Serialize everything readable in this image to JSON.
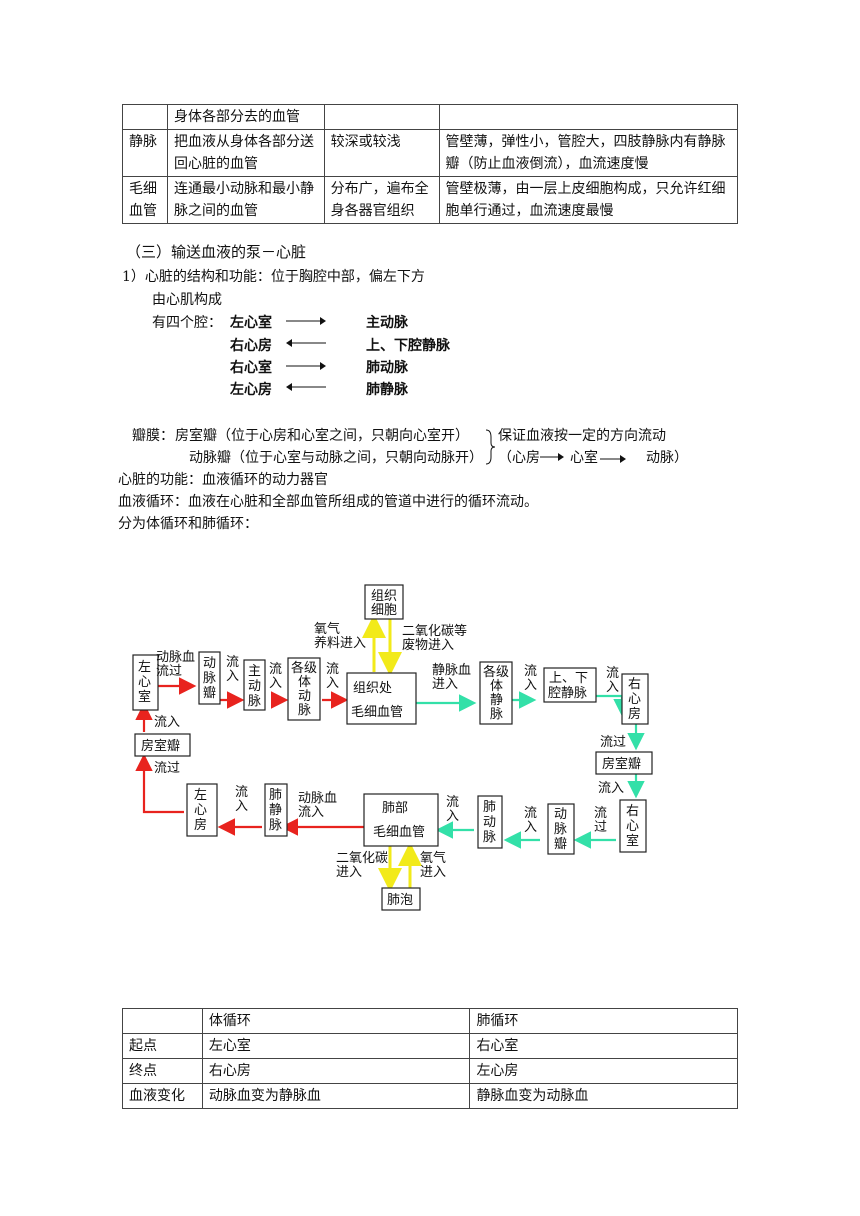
{
  "vessel_table": {
    "rows": [
      {
        "name": "",
        "def": "身体各部分去的血管",
        "loc": "",
        "feature": ""
      },
      {
        "name": "静脉",
        "def": "把血液从身体各部分送回心脏的血管",
        "loc": "较深或较浅",
        "feature": "管壁薄，弹性小，管腔大，四肢静脉内有静脉瓣（防止血液倒流），血流速度慢"
      },
      {
        "name": "毛细血管",
        "def": "连通最小动脉和最小静脉之间的血管",
        "loc": "分布广，遍布全身各器官组织",
        "feature": "管壁极薄，由一层上皮细胞构成，只允许红细胞单行通过，血流速度最慢"
      }
    ]
  },
  "section": {
    "heading": "（三）输送血液的泵－心脏",
    "item1": "1）心脏的结构和功能：位于胸腔中部，偏左下方",
    "muscle": "由心肌构成",
    "chambers_prefix": "有四个腔：",
    "chambers": [
      {
        "chamber": "左心室",
        "vessel": "主动脉",
        "direction": "out"
      },
      {
        "chamber": "右心房",
        "vessel": "上、下腔静脉",
        "direction": "in"
      },
      {
        "chamber": "右心室",
        "vessel": "肺动脉",
        "direction": "out"
      },
      {
        "chamber": "左心房",
        "vessel": "肺静脉",
        "direction": "in"
      }
    ],
    "valve_label": "瓣膜：",
    "valve1": "房室瓣（位于心房和心室之间，只朝向心室开）",
    "valve2": "动脉瓣（位于心室与动脉之间，只朝向动脉开）",
    "valve_purpose": "保证血液按一定的方向流动",
    "flow_open": "（心房",
    "flow_mid": "心室",
    "flow_end": "动脉）",
    "heart_function": "心脏的功能：血液循环的动力器官",
    "circulation_def": "血液循环：血液在心脏和全部血管所组成的管道中进行的循环流动。",
    "circulation_types": "分为体循环和肺循环："
  },
  "diagram": {
    "colors": {
      "arterial": "#e8231e",
      "venous": "#33e0a8",
      "gas": "#f2ea1a",
      "line": "#222222"
    },
    "boxes": {
      "left_ventricle": [
        "左",
        "心",
        "室"
      ],
      "aortic_valve": [
        "动",
        "脉",
        "瓣"
      ],
      "aorta": [
        "主",
        "动",
        "脉"
      ],
      "body_arteries": [
        "各级",
        "体",
        "动",
        "脉"
      ],
      "tissue_cap_1": "组织处",
      "tissue_cap_2": "毛细血管",
      "tissue_cells": [
        "组织",
        "细胞"
      ],
      "body_veins": [
        "各级",
        "体",
        "静",
        "脉"
      ],
      "vena_cava": [
        "上、下",
        "腔静脉"
      ],
      "right_atrium": [
        "右",
        "心",
        "房"
      ],
      "av_valve_right": "房室瓣",
      "right_ventricle": [
        "右",
        "心",
        "室"
      ],
      "pulm_valve": [
        "动",
        "脉",
        "瓣"
      ],
      "pulm_artery": [
        "肺",
        "动",
        "脉"
      ],
      "lung_cap_1": "肺部",
      "lung_cap_2": "毛细血管",
      "alveoli": "肺泡",
      "pulm_vein": [
        "肺",
        "静",
        "脉"
      ],
      "left_atrium": [
        "左",
        "心",
        "房"
      ],
      "av_valve_left": "房室瓣"
    },
    "labels": {
      "lv_out": [
        "动脉血",
        "流过"
      ],
      "flow_in": [
        "流",
        "入"
      ],
      "o2_in": [
        "氧气",
        "养料进入"
      ],
      "co2_out": [
        "二氧化碳等",
        "废物进入"
      ],
      "venous_in": [
        "静脉血",
        "进入"
      ],
      "flow_past": "流过",
      "flow_in_h": "流入",
      "co2_lung": [
        "二氧化碳",
        "进入"
      ],
      "o2_lung": [
        "氧气",
        "进入"
      ],
      "arterial_in": [
        "动脉血",
        "流入"
      ],
      "flow_past_v": [
        "流",
        "过"
      ]
    }
  },
  "circ_table": {
    "header": [
      "",
      "体循环",
      "肺循环"
    ],
    "rows": [
      [
        "起点",
        "左心室",
        "右心室"
      ],
      [
        "终点",
        "右心房",
        "左心房"
      ],
      [
        "血液变化",
        "动脉血变为静脉血",
        "静脉血变为动脉血"
      ]
    ]
  }
}
